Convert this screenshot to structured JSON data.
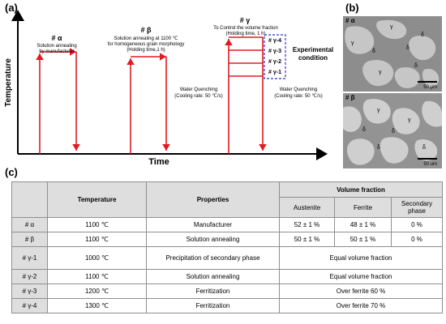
{
  "panel_labels": {
    "a": "(a)",
    "b": "(b)",
    "c": "(c)"
  },
  "diagram": {
    "ylabel": "Temperature",
    "xlabel": "Time",
    "alpha": {
      "id": "# α",
      "lines": [
        "Solution annealing",
        "by manufacturer"
      ]
    },
    "beta": {
      "id": "# β",
      "lines": [
        "Solution annealing at 1100 ℃",
        "for homogeneous grain morphology",
        "(Holding time,1 h)"
      ]
    },
    "gamma": {
      "id": "# γ",
      "lines": [
        "To Control the volume fraction",
        "(Holding time, 1 h)"
      ]
    },
    "gamma_items": [
      "# γ-4",
      "# γ-3",
      "# γ-2",
      "# γ-1"
    ],
    "experimental": [
      "Experimental",
      "condition"
    ],
    "quench_beta": [
      "Water Quenching",
      "(Cooling rate: 50 ℃/s)"
    ],
    "quench_gamma": [
      "Water Quenching",
      "(Cooling rate: 50 ℃/s)"
    ],
    "colors": {
      "axis": "#000000",
      "profile": "#e01b24",
      "box": "#3333cc"
    }
  },
  "micrographs": [
    {
      "tag": "# α",
      "scale": "50 μm",
      "phases": [
        "γ",
        "δ",
        "γ",
        "δ",
        "δ",
        "γ",
        "δ"
      ]
    },
    {
      "tag": "# β",
      "scale": "50 um",
      "phases": [
        "δ",
        "γ",
        "δ",
        "γ",
        "δ",
        "δ"
      ]
    }
  ],
  "table": {
    "headers": {
      "temperature": "Temperature",
      "properties": "Properties",
      "volume_fraction": "Volume fraction"
    },
    "subheaders": [
      "Austenite",
      "Ferrite",
      "Secondary phase"
    ],
    "rows": [
      {
        "id": "# α",
        "temp": "1100 ℃",
        "prop": "Manufacturer",
        "austenite": "52 ± 1 %",
        "ferrite": "48 ± 1 %",
        "secondary": "0 %"
      },
      {
        "id": "# β",
        "temp": "1100 ℃",
        "prop": "Solution annealing",
        "austenite": "50 ± 1 %",
        "ferrite": "50 ± 1 %",
        "secondary": "0 %"
      },
      {
        "id": "# γ-1",
        "temp": "1000 ℃",
        "prop": "Precipitation of secondary phase",
        "vf": "Equal volume fraction"
      },
      {
        "id": "# γ-2",
        "temp": "1100 ℃",
        "prop": "Solution annealing",
        "vf": "Equal volume fraction"
      },
      {
        "id": "# γ-3",
        "temp": "1200 ℃",
        "prop": "Ferritization",
        "vf": "Over ferrite 60 %"
      },
      {
        "id": "# γ-4",
        "temp": "1300 ℃",
        "prop": "Ferritization",
        "vf": "Over ferrite 70 %"
      }
    ]
  }
}
